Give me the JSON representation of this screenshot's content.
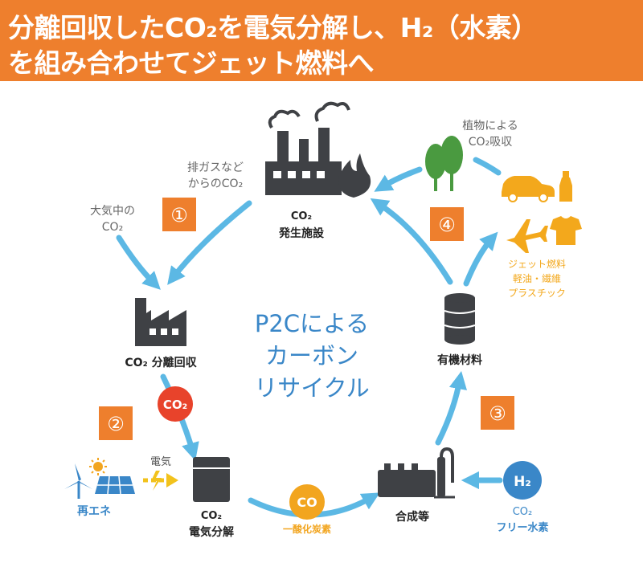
{
  "header": {
    "line1": "分離回収したCO₂を電気分解し、H₂（水素）",
    "line2": "を組み合わせてジェット燃料へ"
  },
  "center": {
    "line1": "P2Cによる",
    "line2": "カーボン",
    "line3": "リサイクル"
  },
  "steps": [
    "①",
    "②",
    "③",
    "④"
  ],
  "nodes": {
    "source_line1": "CO₂",
    "source_line2": "発生施設",
    "capture": "CO₂ 分離回収",
    "electrolysis_line1": "CO₂",
    "electrolysis_line2": "電気分解",
    "synthesis": "合成等",
    "organic": "有機材料",
    "renewable": "再エネ",
    "hydrogen_badge": "H₂",
    "hydrogen_line1": "CO₂",
    "hydrogen_line2": "フリー水素"
  },
  "labels": {
    "exhaust_line1": "排ガスなど",
    "exhaust_line2": "からのCO₂",
    "atmosphere_line1": "大気中の",
    "atmosphere_line2": "CO₂",
    "plants_line1": "植物による",
    "plants_line2": "CO₂吸収",
    "electricity": "電気",
    "co2_badge": "CO₂",
    "co_badge": "CO",
    "co_label": "一酸化炭素",
    "products_line1": "ジェット燃料",
    "products_line2": "軽油・繊維",
    "products_line3": "プラスチック"
  },
  "colors": {
    "header_bg": "#ee7f2d",
    "step_box": "#ee7f2d",
    "arrow": "#5cb8e4",
    "icon_dark": "#3f4145",
    "blue_text": "#3a87c8",
    "co2_badge": "#e8432b",
    "co_badge": "#f2a51f",
    "product_yellow": "#f3a81c",
    "tree_green": "#4a9a40"
  }
}
